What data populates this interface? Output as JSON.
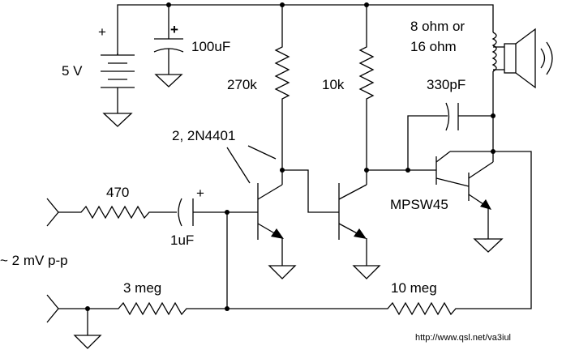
{
  "labels": {
    "plus_battery": "+",
    "plus_cap": "+",
    "plus_input_cap": "+",
    "battery": "5 V",
    "cap_100": "100uF",
    "r_270k": "270k",
    "r_10k": "10k",
    "speaker_line1": "8 ohm or",
    "speaker_line2": "16 ohm",
    "cap_330": "330pF",
    "transistors": "2, 2N4401",
    "r_470": "470",
    "cap_1u": "1uF",
    "darlington": "MPSW45",
    "input_level": "~ 2 mV p-p",
    "r_3meg": "3 meg",
    "r_10meg": "10 meg",
    "url": "http://www.qsl.net/va3iul"
  }
}
